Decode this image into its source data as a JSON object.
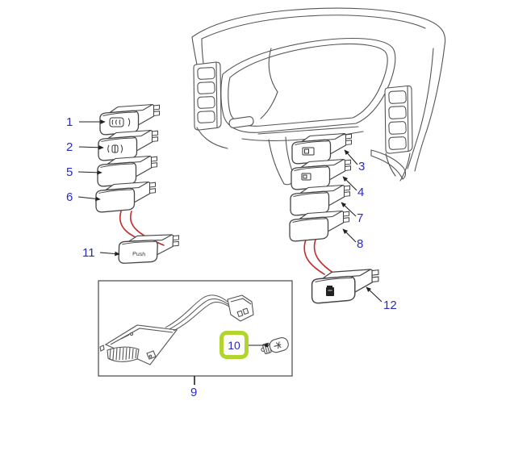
{
  "diagram": {
    "type": "parts-diagram",
    "description": "Facia switches exploded parts diagram with instrument cluster surround",
    "callouts": {
      "c1": "1",
      "c2": "2",
      "c3": "3",
      "c4": "4",
      "c5": "5",
      "c6": "6",
      "c7": "7",
      "c8": "8",
      "c9": "9",
      "c10": "10",
      "c11": "11",
      "c12": "12"
    },
    "selected_callout": "10",
    "switch11_label": "Push",
    "colors": {
      "callout_text": "#2a2ac0",
      "highlight_border": "#b2d42e",
      "line_art": "#4a4a4a",
      "red_route_line": "#c42b2b",
      "background": "#ffffff"
    },
    "icons": [
      "heated-rear-window-icon",
      "front-fog-lamp-icon",
      "window-switch-icon",
      "lighter-socket-icon",
      "bulb-icon"
    ]
  }
}
